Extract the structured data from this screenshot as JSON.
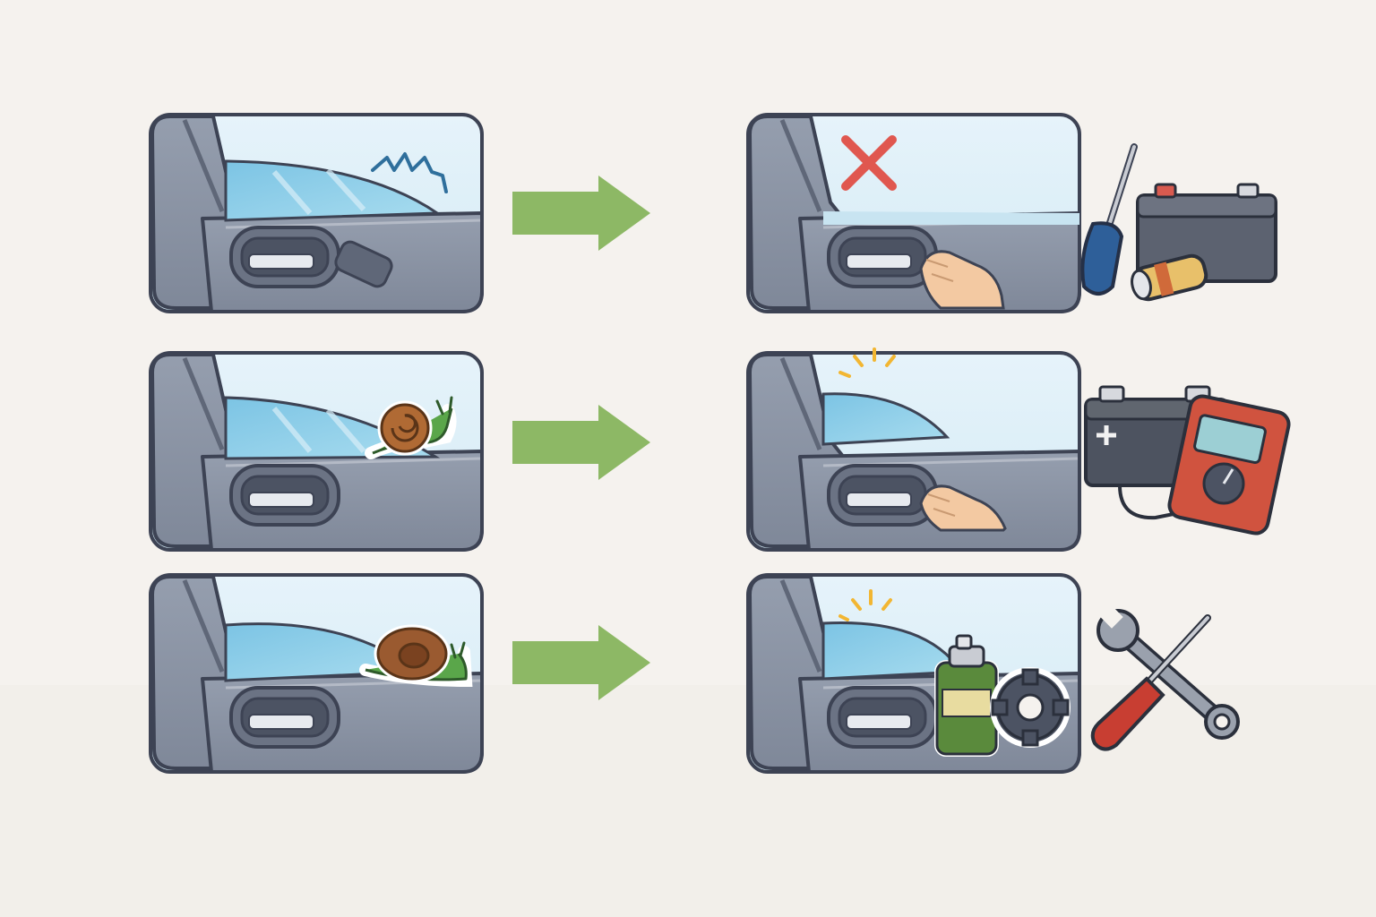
{
  "colors": {
    "background": "#f5f2ee",
    "door_panel": "#8a93a3",
    "door_dark": "#5f6778",
    "glass": "#9fd3ea",
    "arrow": "#8db865",
    "cross": "#e0574f",
    "spark": "#f2b632",
    "skin": "#f3c9a2",
    "snail_shell": "#b06a34",
    "snail_body": "#5aa64a"
  },
  "rows": [
    {
      "problem": {
        "window_state": "up-with-noise",
        "icon": "noise-zigzag-icon"
      },
      "fix": {
        "window_state": "not-moving",
        "icon": "red-x-icon"
      },
      "tools": [
        "screwdriver-icon",
        "car-battery-icon",
        "fuse-icon"
      ]
    },
    {
      "problem": {
        "window_state": "slow",
        "icon": "snail-icon"
      },
      "fix": {
        "window_state": "partly-moving",
        "icon": "spark-icon"
      },
      "tools": [
        "car-battery-icon",
        "multimeter-icon"
      ]
    },
    {
      "problem": {
        "window_state": "very-slow",
        "icon": "large-snail-icon"
      },
      "fix": {
        "window_state": "lubricated",
        "icon": "spark-icon"
      },
      "tools": [
        "lubricant-spray-icon",
        "gear-icon",
        "wrench-icon",
        "screwdriver-icon"
      ]
    }
  ]
}
